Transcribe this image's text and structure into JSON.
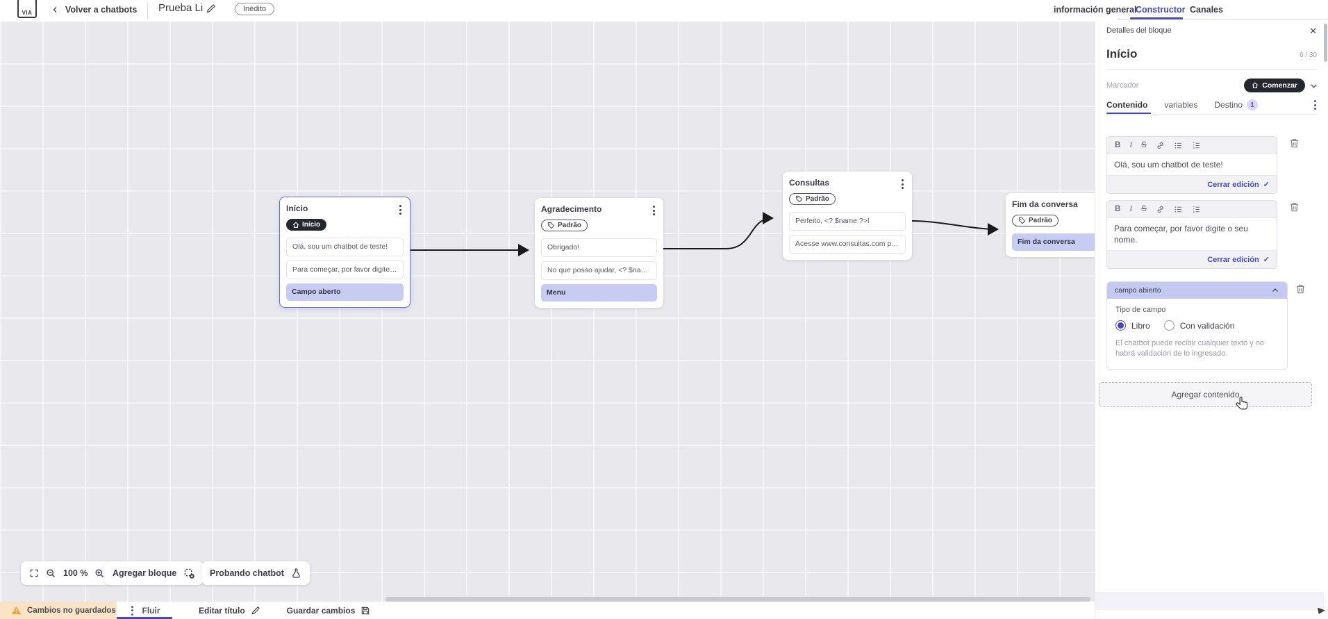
{
  "header": {
    "logo_text": "VIA",
    "back_label": "Volver a chatbots",
    "bot_title": "Prueba Li",
    "status_badge": "Inédito",
    "tabs": [
      {
        "label": "información general",
        "active": false
      },
      {
        "label": "Constructor",
        "active": true
      },
      {
        "label": "Canales",
        "active": false
      }
    ]
  },
  "canvas": {
    "zoom_level": "100 %",
    "add_block_label": "Agregar bloque",
    "test_chatbot_label": "Probando chatbot",
    "blocks": [
      {
        "title": "Início",
        "badge": "Início",
        "rows": [
          "Olá, sou um chatbot de teste!",
          "Para começar, por favor digite o ...",
          "Campo aberto"
        ]
      },
      {
        "title": "Agradecimento",
        "badge": "Padrão",
        "rows": [
          "Obrigado!",
          "No que posso ajudar, <? $name ...",
          "Menu"
        ]
      },
      {
        "title": "Consultas",
        "badge": "Padrão",
        "rows": [
          "Perfeito, <? $name ?>!",
          "Acesse www.consultas.com par..."
        ]
      },
      {
        "title": "Fim da conversa",
        "badge": "Padrão",
        "rows": [
          "Fim da conversa"
        ]
      }
    ]
  },
  "panel": {
    "header": "Detalles del bloque",
    "block_name": "Início",
    "name_counter": "6 / 30",
    "marker_label": "Marcador",
    "marker_value": "Comenzar",
    "tabs": [
      {
        "label": "Contenido",
        "active": true
      },
      {
        "label": "variables",
        "active": false
      },
      {
        "label": "Destino",
        "badge": "1",
        "active": false
      }
    ],
    "toolbar": {
      "bold": "B",
      "italic": "I",
      "strike": "S"
    },
    "editors": [
      {
        "text": "Olá, sou um chatbot de teste!",
        "close_label": "Cerrar edición"
      },
      {
        "text": "Para começar, por favor digite o seu nome.",
        "close_label": "Cerrar edición"
      }
    ],
    "field_section": {
      "header": "campo abierto",
      "type_label": "Tipo de campo",
      "options": [
        {
          "label": "Libro",
          "selected": true
        },
        {
          "label": "Con validación",
          "selected": false
        }
      ],
      "description": "El chatbot puede recibir cualquier texto y no habrá validación de lo ingresado."
    },
    "add_content_label": "Agregar contenido"
  },
  "statusbar": {
    "unsaved_label": "Cambios no guardados",
    "flow_tab": "Fluir",
    "edit_title_label": "Editar título",
    "save_label": "Guardar cambios"
  },
  "icons": {
    "close": "✕",
    "check": "✓"
  },
  "colors": {
    "accent": "#4449cb",
    "dark_pill": "#26262e",
    "action_row": "#c7ccf3",
    "warning_bg": "#fbe4c6",
    "warning_icon": "#eca83f"
  }
}
